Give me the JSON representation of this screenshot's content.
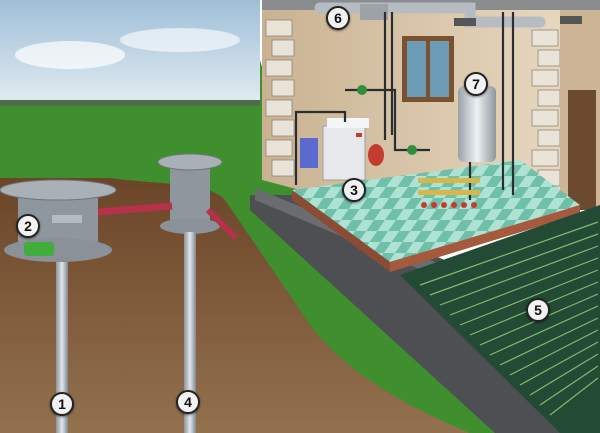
{
  "diagram": {
    "callouts": [
      {
        "id": "1",
        "label": "1"
      },
      {
        "id": "2",
        "label": "2"
      },
      {
        "id": "3",
        "label": "3"
      },
      {
        "id": "4",
        "label": "4"
      },
      {
        "id": "5",
        "label": "5"
      },
      {
        "id": "6",
        "label": "6"
      },
      {
        "id": "7",
        "label": "7"
      }
    ],
    "colors": {
      "sky": "#c9dcea",
      "grass": "#3f8f2e",
      "soil": "#7a5436",
      "wall": "#d8c4a8",
      "floor_tile": "#8fd0c0",
      "underfloor_slab": "#234a34",
      "pipe_red": "#b6314a",
      "pipe_gray": "#b7bcc2",
      "boiler_red": "#c63b2f"
    }
  }
}
